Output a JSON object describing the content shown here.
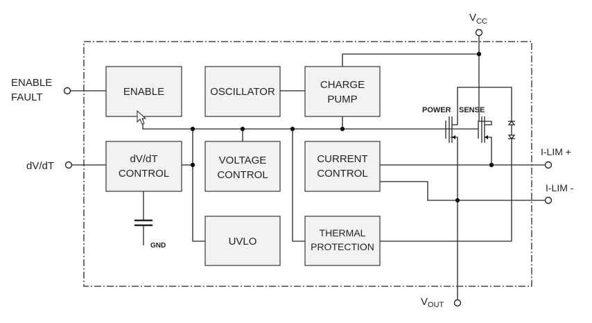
{
  "blocks": {
    "enable": "ENABLE",
    "oscillator": "OSCILLATOR",
    "charge_pump": [
      "CHARGE",
      "PUMP"
    ],
    "dvdt_control": [
      "dV/dT",
      "CONTROL"
    ],
    "voltage_control": [
      "VOLTAGE",
      "CONTROL"
    ],
    "current_control": [
      "CURRENT",
      "CONTROL"
    ],
    "uvlo": "UVLO",
    "thermal_protection": [
      "THERMAL",
      "PROTECTION"
    ]
  },
  "pins": {
    "enable_fault": [
      "ENABLE",
      "FAULT"
    ],
    "dvdt": "dV/dT",
    "vcc_main": "V",
    "vcc_sub": "CC",
    "vout_main": "V",
    "vout_sub": "OUT",
    "ilim_plus": "I-LIM +",
    "ilim_minus": "I-LIM -",
    "gnd": "GND"
  },
  "transistors": {
    "power": "POWER",
    "sense": "SENSE"
  }
}
